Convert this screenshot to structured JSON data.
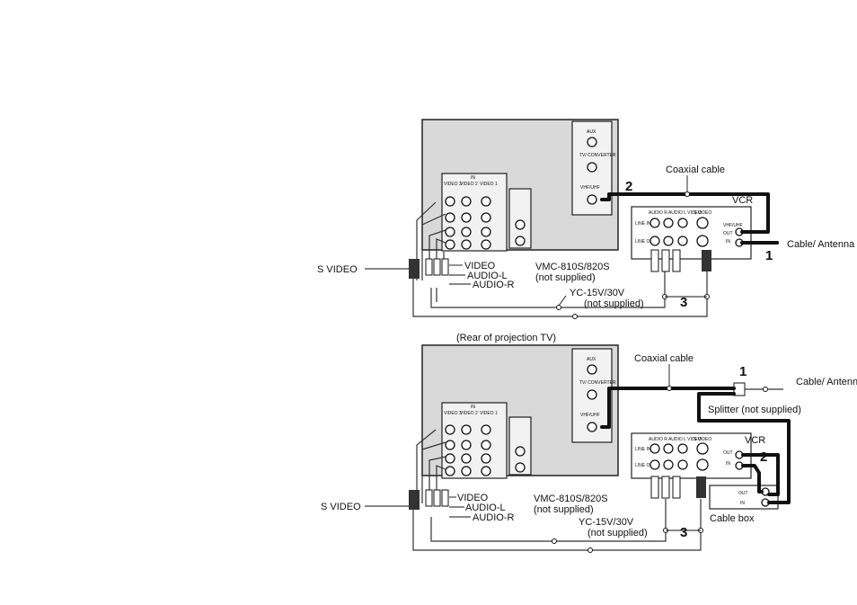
{
  "colors": {
    "panel": "#d9d9d9",
    "ink": "#111111",
    "background": "#ffffff"
  },
  "tv_panel_labels": {
    "aux": "AUX",
    "tv_converter": "TV/ CONVERTER",
    "vhf_uhf": "VHF/UHF",
    "in": "IN",
    "video3": "VIDEO 3",
    "video2": "VIDEO 2",
    "video1": "VIDEO 1"
  },
  "vcr_panel_labels": {
    "audio_video": "AUDIO R AUDIO L VIDEO",
    "s_video": "S VIDEO",
    "line_in": "LINE IN",
    "line_out": "LINE OUT",
    "vhf_uhf": "VHF/UHF",
    "out": "OUT",
    "in": "IN"
  },
  "top": {
    "coaxial_cable": "Coaxial cable",
    "vcr": "VCR",
    "cable_antenna": "Cable/ Antenna",
    "step_1": "1",
    "step_2": "2",
    "step_3": "3",
    "s_video": "S VIDEO",
    "video": "VIDEO",
    "audio_l": "AUDIO-L",
    "audio_r": "AUDIO-R",
    "vmc_cable": "VMC-810S/820S",
    "vmc_note": "(not supplied)",
    "yc_cable": "YC-15V/30V",
    "yc_note": "(not supplied)"
  },
  "bottom": {
    "rear_caption": "(Rear of projection TV)",
    "coaxial_cable": "Coaxial cable",
    "step_1": "1",
    "step_2": "2",
    "step_3": "3",
    "cable_antenna": "Cable/ Antenna",
    "splitter": "Splitter (not supplied)",
    "vcr": "VCR",
    "cable_box": "Cable box",
    "box_out": "OUT",
    "box_in": "IN",
    "s_video": "S VIDEO",
    "video": "VIDEO",
    "audio_l": "AUDIO-L",
    "audio_r": "AUDIO-R",
    "vmc_cable": "VMC-810S/820S",
    "vmc_note": "(not supplied)",
    "yc_cable": "YC-15V/30V",
    "yc_note": "(not supplied)"
  }
}
